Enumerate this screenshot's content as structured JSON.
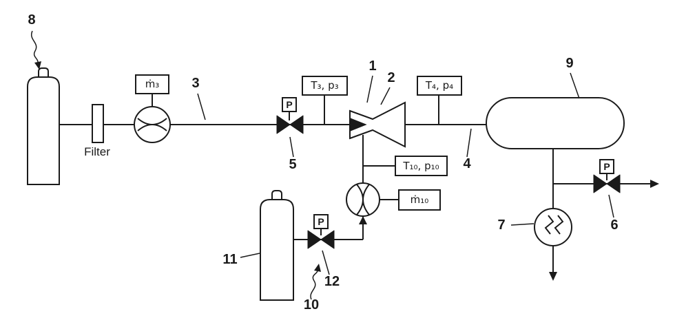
{
  "figure": {
    "background": "#ffffff",
    "ink": "#1a1a1a"
  },
  "labels": {
    "ref_8": "8",
    "ref_3": "3",
    "ref_5": "5",
    "ref_1": "1",
    "ref_2": "2",
    "ref_4": "4",
    "ref_9": "9",
    "ref_6": "6",
    "ref_7": "7",
    "ref_11": "11",
    "ref_12": "12",
    "ref_10": "10",
    "filter": "Filter",
    "gauge_p5": "P",
    "gauge_p6": "P",
    "gauge_p12": "P",
    "flow_meter_3": "ṁ₃",
    "flow_meter_10": "ṁ₁₀",
    "sensor_3": "T₃, p₃",
    "sensor_4": "T₄, p₄",
    "sensor_10": "T₁₀, p₁₀"
  }
}
